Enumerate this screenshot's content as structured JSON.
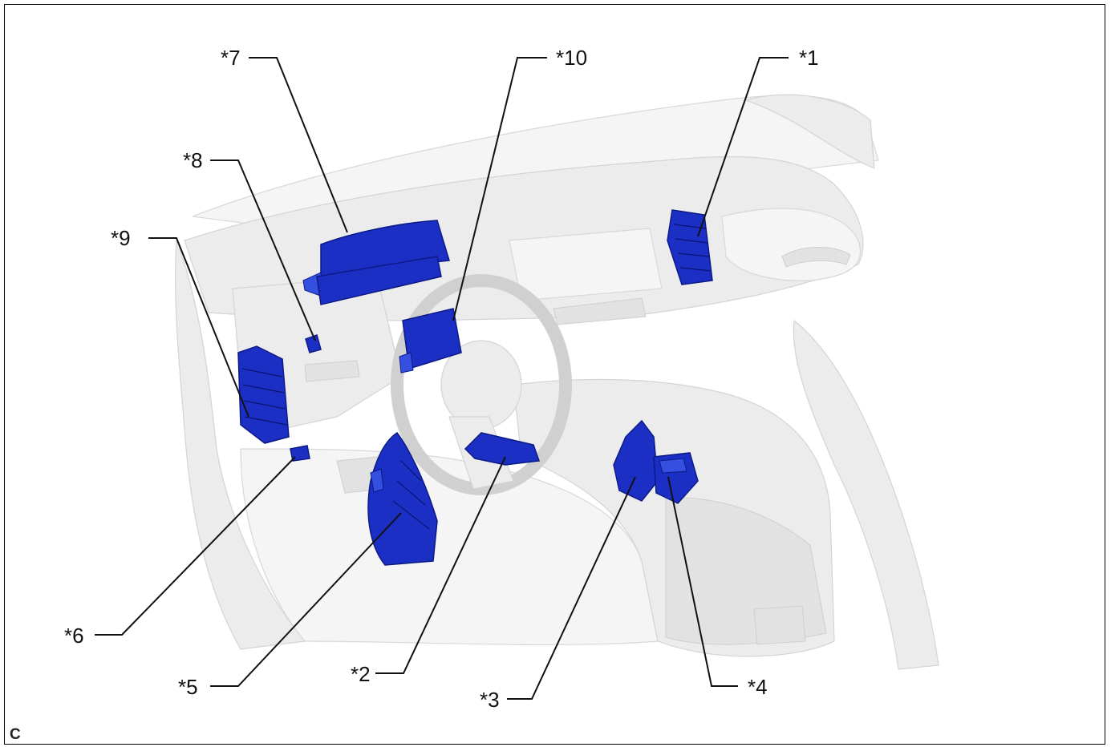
{
  "figure_code": "C",
  "callouts": [
    {
      "id": "1",
      "label": "*1"
    },
    {
      "id": "2",
      "label": "*2"
    },
    {
      "id": "3",
      "label": "*3"
    },
    {
      "id": "4",
      "label": "*4"
    },
    {
      "id": "5",
      "label": "*5"
    },
    {
      "id": "6",
      "label": "*6"
    },
    {
      "id": "7",
      "label": "*7"
    },
    {
      "id": "8",
      "label": "*8"
    },
    {
      "id": "9",
      "label": "*9"
    },
    {
      "id": "10",
      "label": "*10"
    }
  ],
  "colors": {
    "highlight_part": "#1b2fc4",
    "interior": "#ececec",
    "leader_line": "#111111"
  }
}
